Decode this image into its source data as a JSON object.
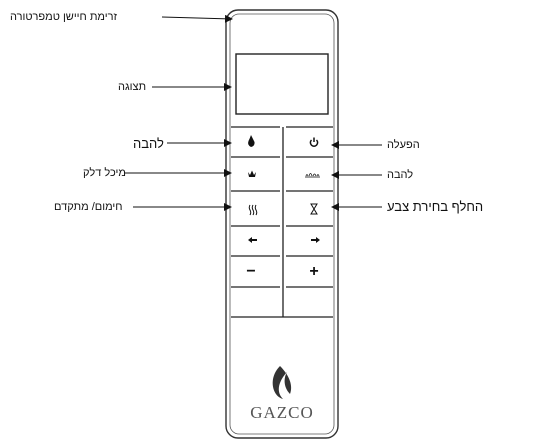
{
  "labels": {
    "temperature_sensor": "זרימת חיישן טמפרטורה",
    "display": "תצוגה",
    "flame_left": "להבה",
    "power": "הפעלה",
    "fuel_saver": "מיכל דלק",
    "flame_right": "להבה",
    "heating_advanced": "חימום/ מתקדם",
    "change_color": "החלף בחירת צבע"
  },
  "buttons": {
    "minus": "−",
    "plus": "+"
  },
  "brand": {
    "name": "GAZCO"
  },
  "icons": [
    "flame-icon",
    "power-icon",
    "fuel-saver-icon",
    "flame-height-icon",
    "heating-icon",
    "timer-icon",
    "left-arrow-icon",
    "right-arrow-icon"
  ],
  "colors": {
    "line": "#111111",
    "outline": "#333333",
    "background": "#ffffff"
  }
}
